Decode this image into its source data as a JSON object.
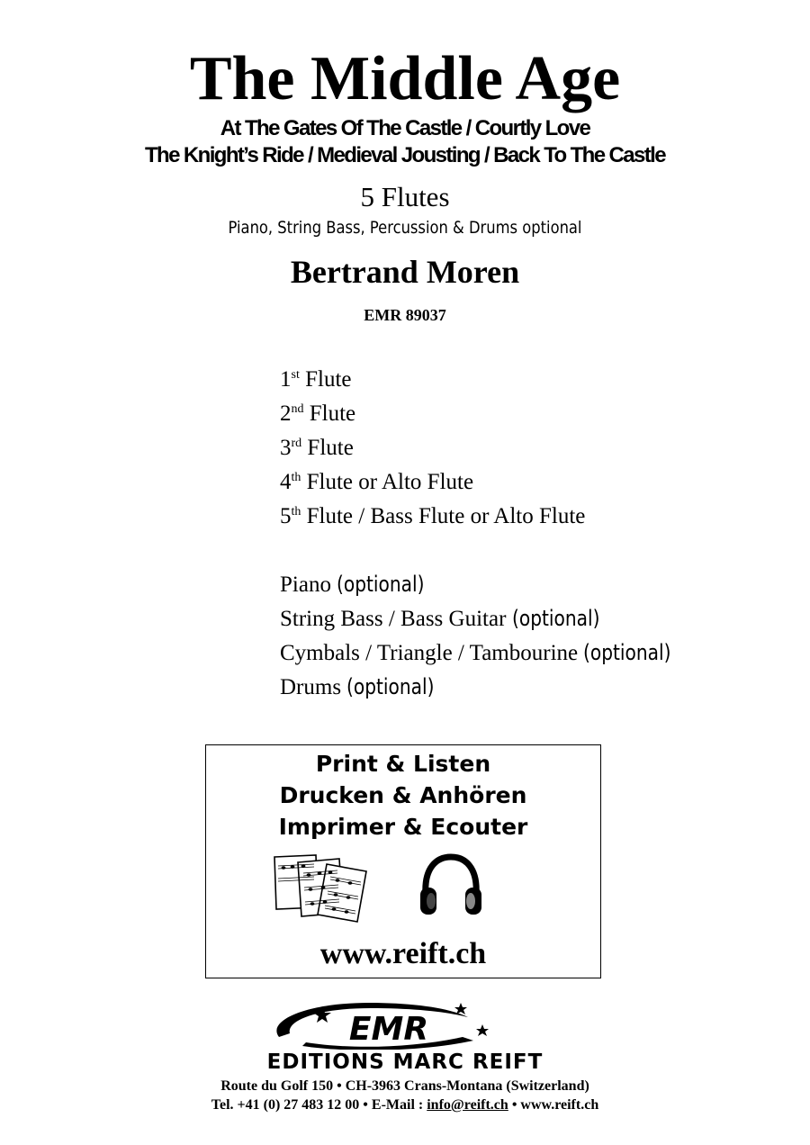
{
  "title": "The Middle Age",
  "subtitle_lines": [
    "At The Gates Of The Castle / Courtly Love",
    "The Knight’s Ride / Medieval Jousting / Back To The Castle"
  ],
  "instrumentation": "5 Flutes",
  "optional_instruments": "Piano, String Bass, Percussion & Drums optional",
  "composer": "Bertrand Moren",
  "catalog_number": "EMR 89037",
  "parts": [
    {
      "num": "1",
      "sup": "st",
      "text": "Flute"
    },
    {
      "num": "2",
      "sup": "nd",
      "text": "Flute"
    },
    {
      "num": "3",
      "sup": "rd",
      "text": "Flute"
    },
    {
      "num": "4",
      "sup": "th",
      "text": "Flute or Alto Flute"
    },
    {
      "num": "5",
      "sup": "th",
      "text": "Flute / Bass Flute or Alto Flute"
    }
  ],
  "optional_parts": [
    {
      "name": "Piano",
      "note": "(optional)"
    },
    {
      "name": "String Bass / Bass Guitar",
      "note": "(optional)"
    },
    {
      "name": "Cymbals / Triangle / Tambourine",
      "note": "(optional)"
    },
    {
      "name": "Drums",
      "note": "(optional)"
    }
  ],
  "promo": {
    "lines": [
      "Print & Listen",
      "Drucken & Anhören",
      "Imprimer & Ecouter"
    ],
    "icons": [
      "sheet-music-icon",
      "headphones-icon"
    ],
    "website": "www.reift.ch"
  },
  "publisher": {
    "logo_text": "EMR",
    "name": "EDITIONS MARC REIFT",
    "address": "Route du Golf 150 • CH-3963 Crans-Montana (Switzerland)",
    "tel": "Tel. +41 (0) 27 483 12 00 • E-Mail : ",
    "email": "info@reift.ch",
    "web": " • www.reift.ch"
  }
}
